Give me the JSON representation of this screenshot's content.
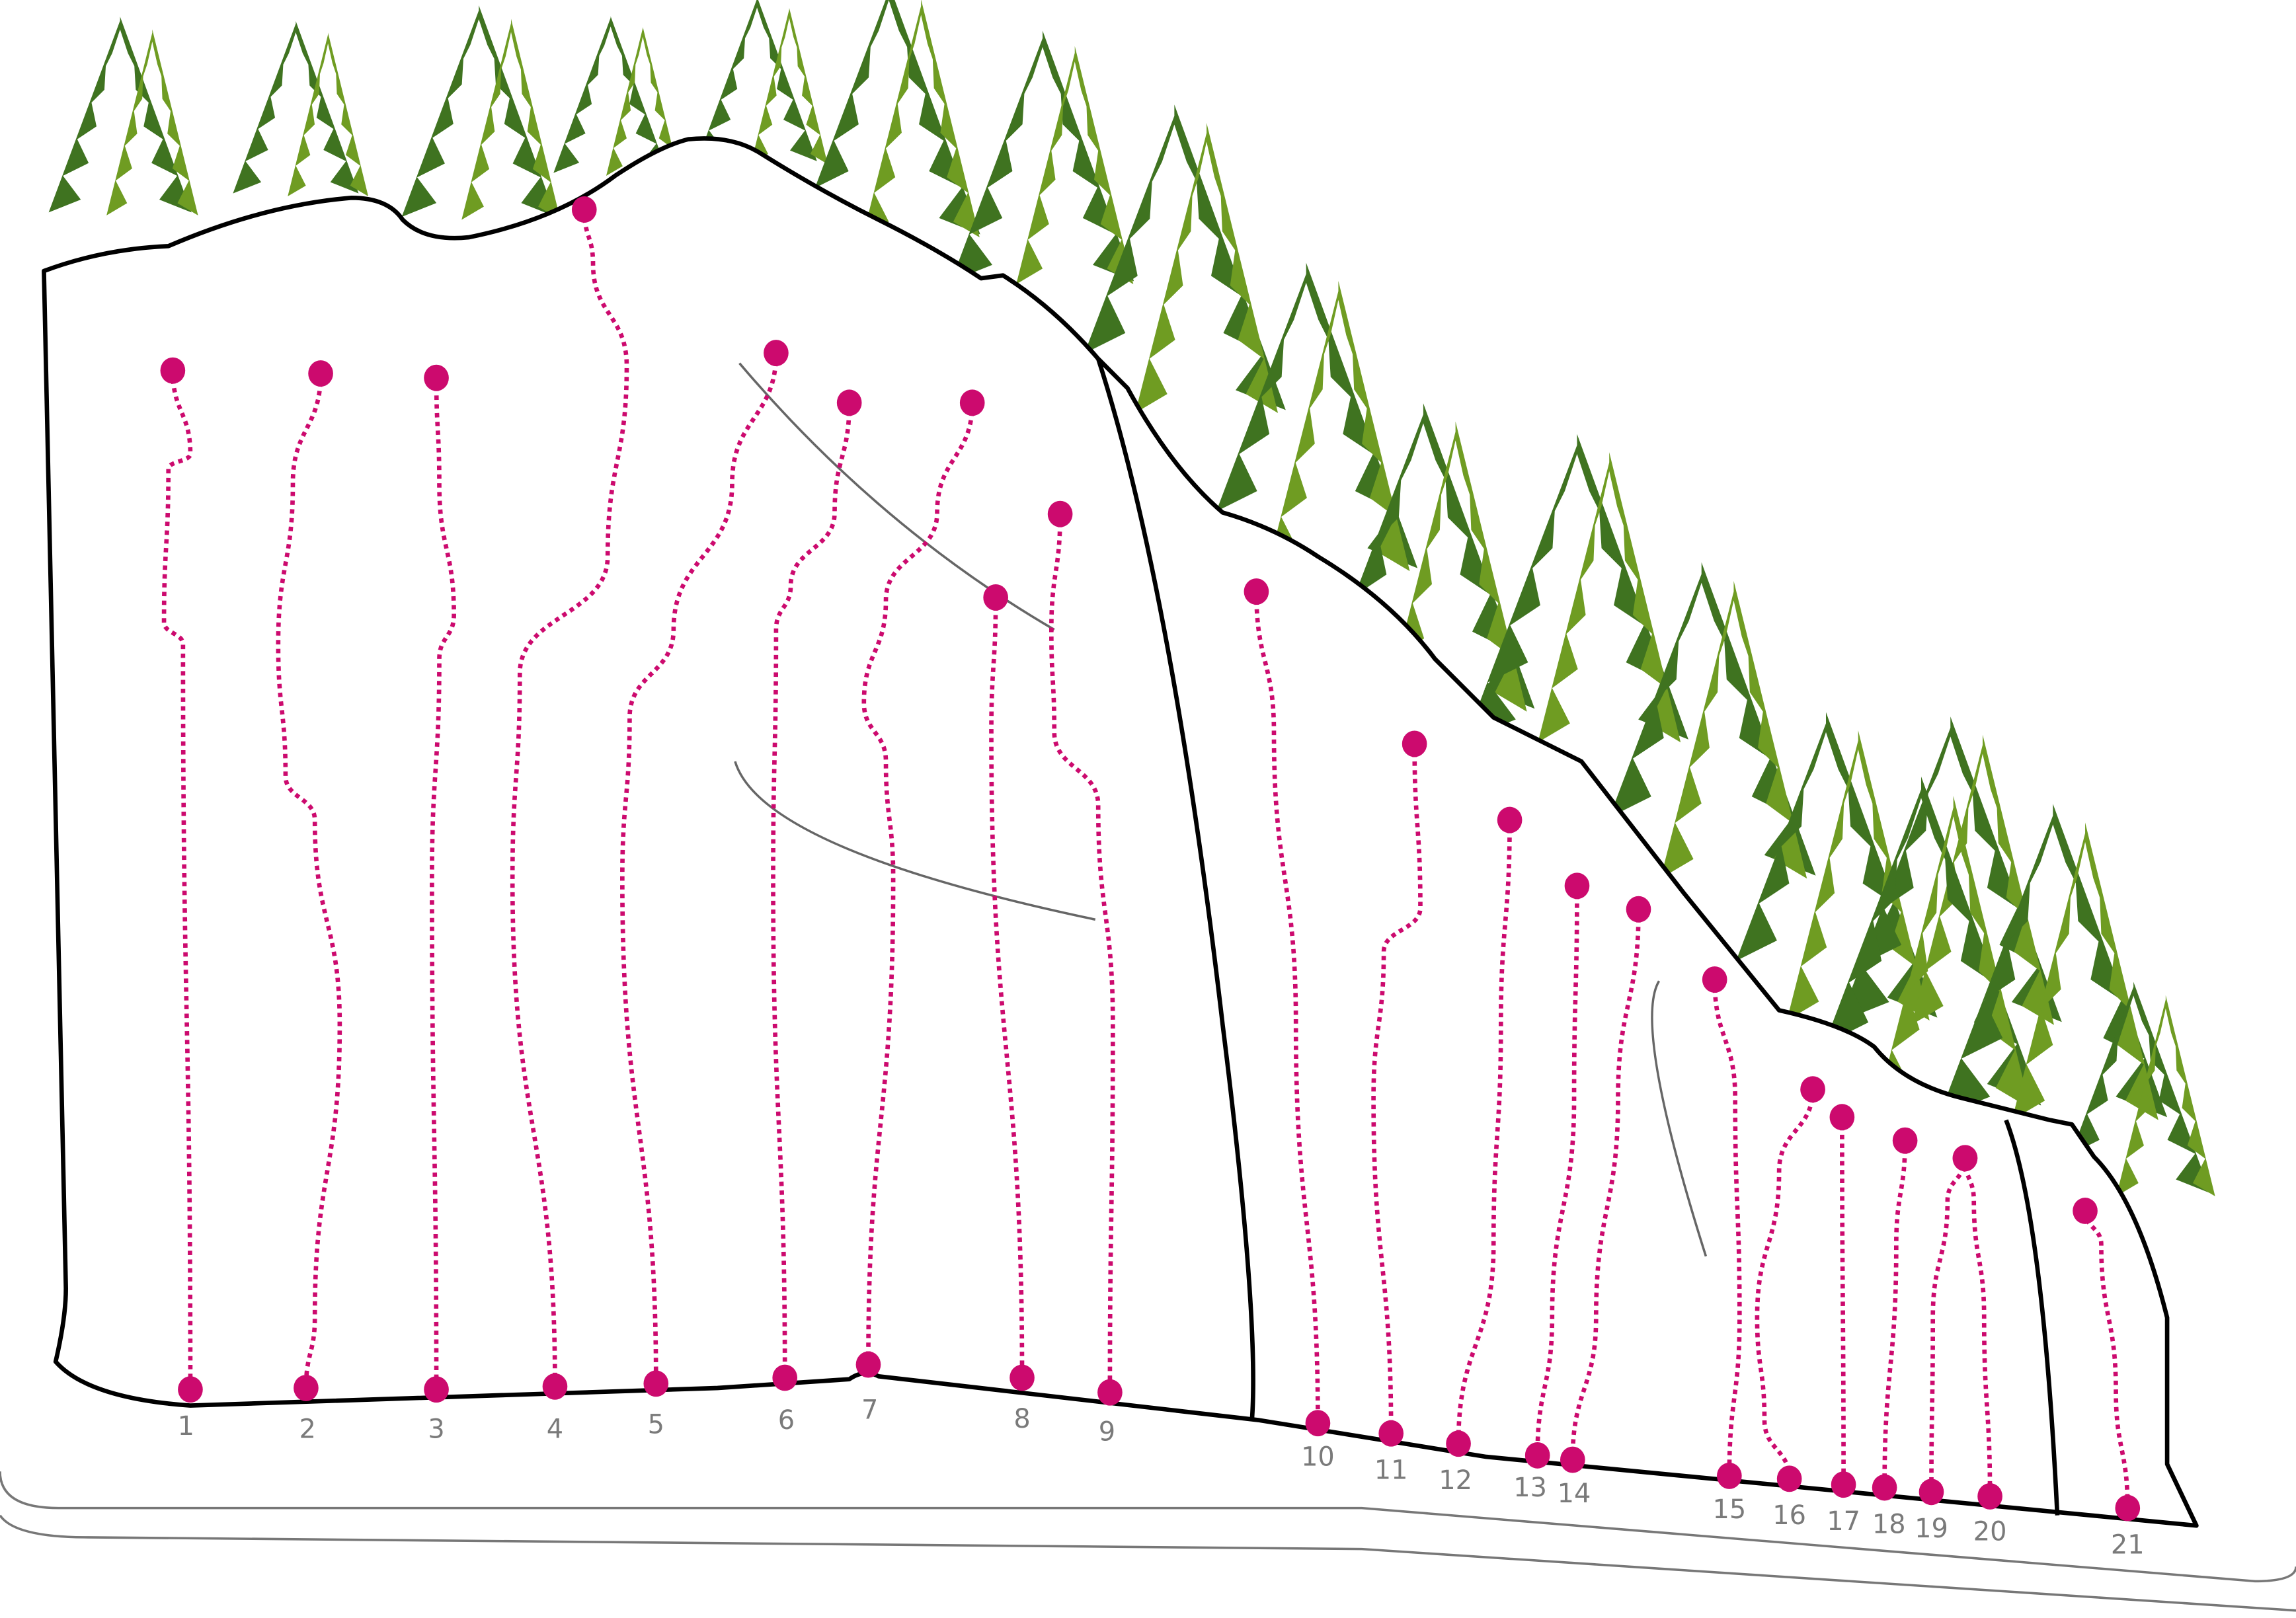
{
  "colors": {
    "route": "#cc0a6e",
    "label": "#7a7a7a",
    "outline": "#000000",
    "tree_dark": "#3f7320",
    "tree_light": "#6f9c22",
    "guide": "#666666"
  },
  "routes": [
    {
      "number": "1"
    },
    {
      "number": "2"
    },
    {
      "number": "3"
    },
    {
      "number": "4"
    },
    {
      "number": "5"
    },
    {
      "number": "6"
    },
    {
      "number": "7"
    },
    {
      "number": "8"
    },
    {
      "number": "9"
    },
    {
      "number": "10"
    },
    {
      "number": "11"
    },
    {
      "number": "12"
    },
    {
      "number": "13"
    },
    {
      "number": "14"
    },
    {
      "number": "15"
    },
    {
      "number": "16"
    },
    {
      "number": "17"
    },
    {
      "number": "18"
    },
    {
      "number": "19"
    },
    {
      "number": "20"
    },
    {
      "number": "21"
    }
  ]
}
